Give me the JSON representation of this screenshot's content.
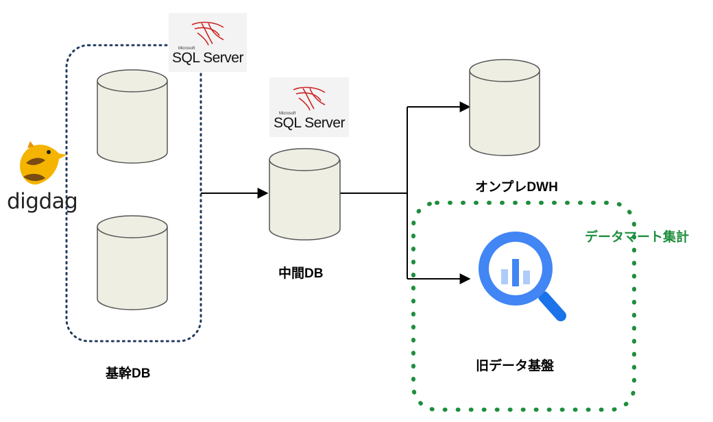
{
  "brand": {
    "digdag": "digdag"
  },
  "sql_server": {
    "microsoft": "Microsoft",
    "name": "SQL Server"
  },
  "labels": {
    "core_db": "基幹DB",
    "intermediate_db": "中間DB",
    "onprem_dwh": "オンプレDWH",
    "old_platform": "旧データ基盤",
    "datamart": "データマート集計"
  },
  "colors": {
    "cylinder_fill": "#efeee3",
    "blue_dotted": "#1f3a5f",
    "green_dotted": "#1e8e3e",
    "bigquery_blue": "#4285f4",
    "bigquery_light": "#aecbfa"
  },
  "icons": {
    "sql": "sql-server-logo",
    "digdag": "digdag-logo",
    "bigquery": "bigquery-icon"
  }
}
